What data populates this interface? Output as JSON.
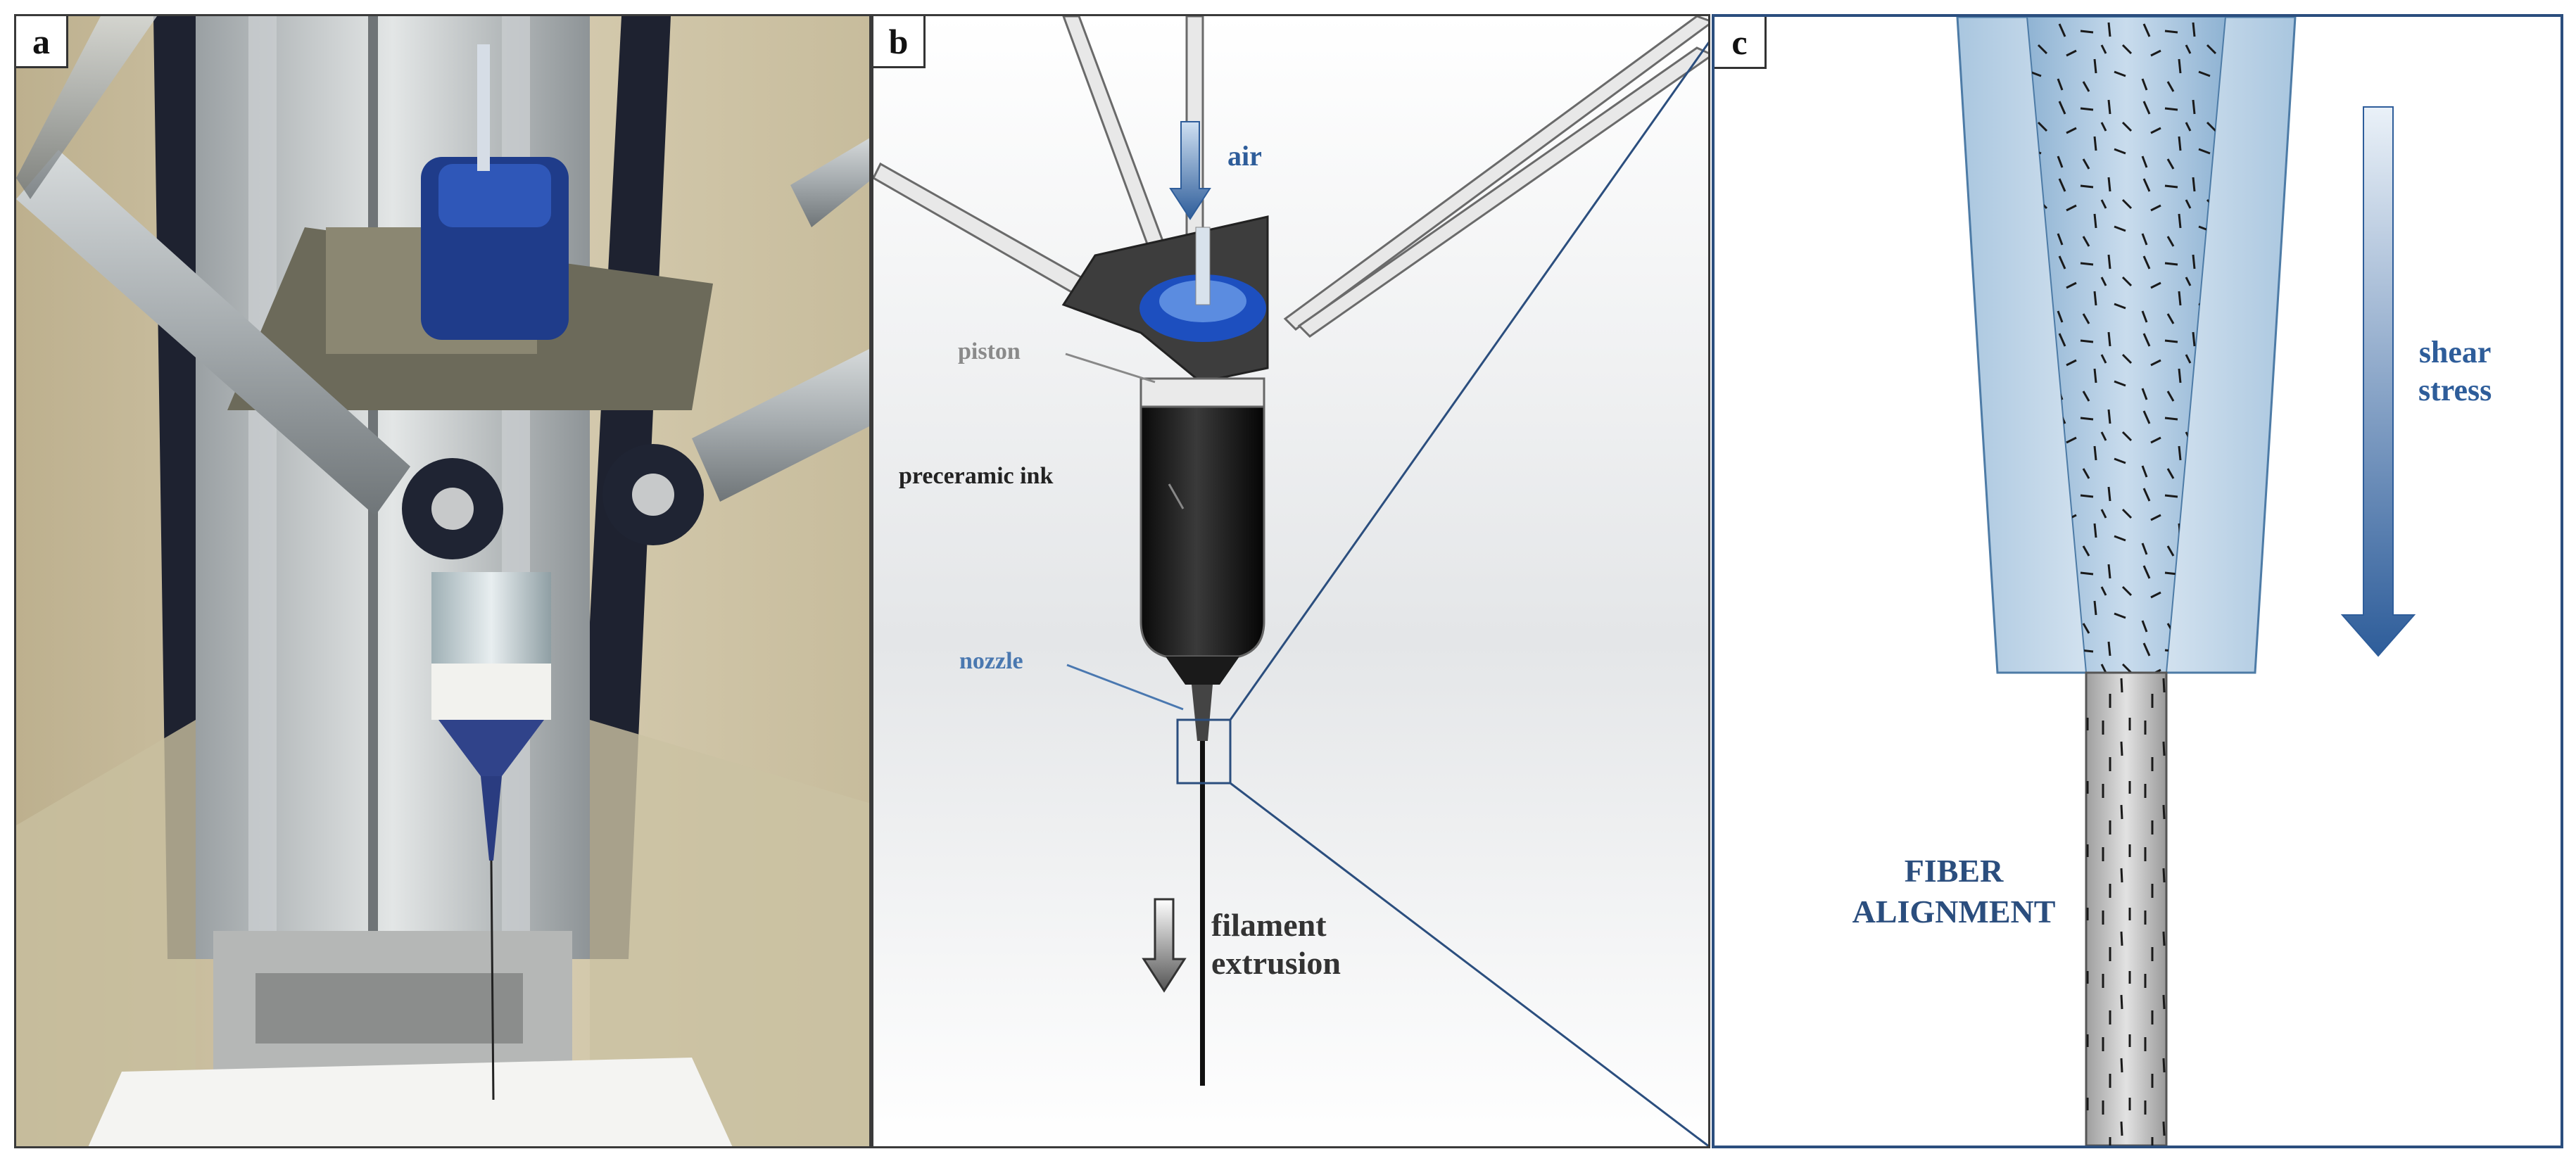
{
  "panels": {
    "a": {
      "label": "a"
    },
    "b": {
      "label": "b",
      "labels": {
        "air": "air",
        "piston": "piston",
        "preceramic_ink": "preceramic ink",
        "nozzle": "nozzle",
        "filament_line1": "filament",
        "filament_line2": "extrusion"
      }
    },
    "c": {
      "label": "c",
      "labels": {
        "shear_line1": "shear",
        "shear_line2": "stress",
        "fiber_line1": "FIBER",
        "fiber_line2": "ALIGNMENT"
      }
    }
  },
  "colors": {
    "accent_blue": "#2e5d9a",
    "label_gray": "#8a8a8a",
    "label_dark": "#222222",
    "nozzle_label": "#4a78b0",
    "frame_blue": "#2b4e7e"
  }
}
